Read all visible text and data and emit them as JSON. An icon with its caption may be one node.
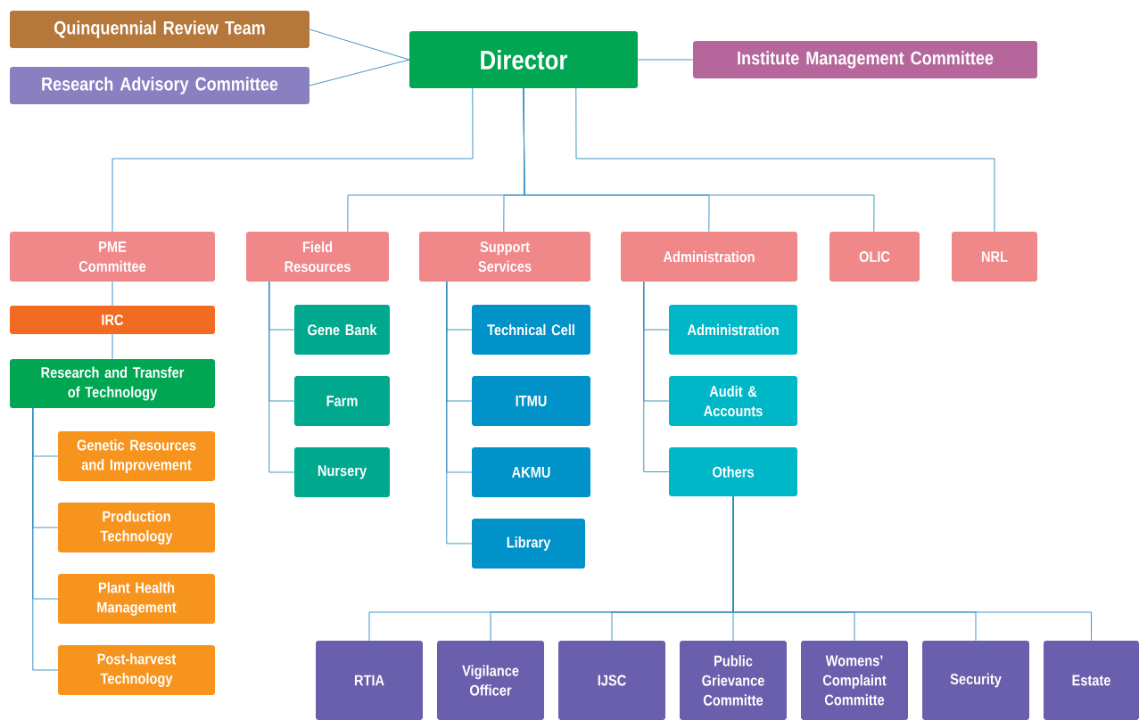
{
  "diagram": {
    "nodes": [
      {
        "text": [
          "Quinquennial Review Team"
        ]
      },
      {
        "text": [
          "Research Advisory Committee"
        ]
      },
      {
        "text": [
          "Director"
        ]
      },
      {
        "text": [
          "Institute Management Committee"
        ]
      },
      {
        "text": [
          "PME Committee"
        ]
      },
      {
        "text": [
          "Field Resources"
        ]
      },
      {
        "text": [
          "Support Services"
        ]
      },
      {
        "text": [
          "Administration"
        ]
      },
      {
        "text": [
          "OLIC"
        ]
      },
      {
        "text": [
          "NRL"
        ]
      },
      {
        "text": [
          "IRC"
        ]
      },
      {
        "text": [
          "Research and Transfer of Technology"
        ]
      },
      {
        "text": [
          "Genetic Resources and Improvement"
        ]
      },
      {
        "text": [
          "Production Technology"
        ]
      },
      {
        "text": [
          "Plant Health Management"
        ]
      },
      {
        "text": [
          "Post-harvest Technology"
        ]
      },
      {
        "text": [
          "Gene Bank"
        ]
      },
      {
        "text": [
          "Farm"
        ]
      },
      {
        "text": [
          "Nursery"
        ]
      },
      {
        "text": [
          "Technical Cell"
        ]
      },
      {
        "text": [
          "ITMU"
        ]
      },
      {
        "text": [
          "AKMU"
        ]
      },
      {
        "text": [
          "Library"
        ]
      },
      {
        "text": [
          "Administration"
        ]
      },
      {
        "text": [
          "Audit & Accounts"
        ]
      },
      {
        "text": [
          "Others"
        ]
      },
      {
        "text": [
          "RTIA"
        ]
      },
      {
        "text": [
          "Vigilance Officer"
        ]
      },
      {
        "text": [
          "IJSC"
        ]
      },
      {
        "text": [
          "Public Grievance Committe"
        ]
      },
      {
        "text": [
          "Womens’ Complaint Committe"
        ]
      },
      {
        "text": [
          "Security"
        ]
      },
      {
        "text": [
          "Estate"
        ]
      }
    ],
    "edges": [
      {
        "from": 0,
        "to": 2,
        "arrow": "none"
      },
      {
        "from": 1,
        "to": 2,
        "arrow": "none"
      },
      {
        "from": 2,
        "to": 3,
        "arrow": "none"
      },
      {
        "from": 2,
        "to": 4,
        "arrow": "none"
      },
      {
        "from": 2,
        "to": 5,
        "arrow": "none"
      },
      {
        "from": 2,
        "to": 6,
        "arrow": "none"
      },
      {
        "from": 2,
        "to": 7,
        "arrow": "none"
      },
      {
        "from": 2,
        "to": 8,
        "arrow": "none"
      },
      {
        "from": 2,
        "to": 9,
        "arrow": "none"
      },
      {
        "from": 4,
        "to": 10,
        "arrow": "none"
      },
      {
        "from": 10,
        "to": 11,
        "arrow": "none"
      },
      {
        "from": 11,
        "to": 12,
        "arrow": "none"
      },
      {
        "from": 11,
        "to": 13,
        "arrow": "none"
      },
      {
        "from": 11,
        "to": 14,
        "arrow": "none"
      },
      {
        "from": 11,
        "to": 15,
        "arrow": "none"
      },
      {
        "from": 5,
        "to": 16,
        "arrow": "none"
      },
      {
        "from": 5,
        "to": 17,
        "arrow": "none"
      },
      {
        "from": 5,
        "to": 18,
        "arrow": "none"
      },
      {
        "from": 6,
        "to": 19,
        "arrow": "none"
      },
      {
        "from": 6,
        "to": 20,
        "arrow": "none"
      },
      {
        "from": 6,
        "to": 21,
        "arrow": "none"
      },
      {
        "from": 6,
        "to": 22,
        "arrow": "none"
      },
      {
        "from": 7,
        "to": 23,
        "arrow": "none"
      },
      {
        "from": 7,
        "to": 24,
        "arrow": "none"
      },
      {
        "from": 7,
        "to": 25,
        "arrow": "none"
      },
      {
        "from": 25,
        "to": 26,
        "arrow": "none"
      },
      {
        "from": 25,
        "to": 27,
        "arrow": "none"
      },
      {
        "from": 25,
        "to": 28,
        "arrow": "none"
      },
      {
        "from": 25,
        "to": 29,
        "arrow": "none"
      },
      {
        "from": 25,
        "to": 30,
        "arrow": "none"
      },
      {
        "from": 25,
        "to": 31,
        "arrow": "none"
      },
      {
        "from": 25,
        "to": 32,
        "arrow": "none"
      }
    ]
  }
}
